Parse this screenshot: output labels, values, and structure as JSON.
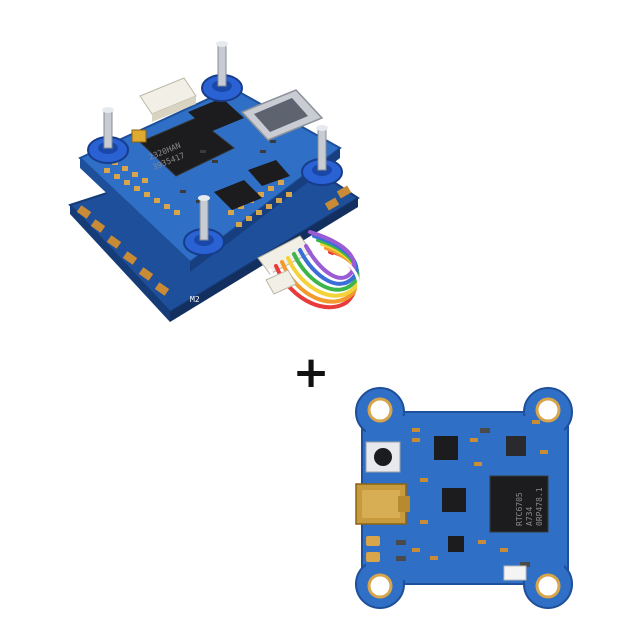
{
  "products": {
    "stack": {
      "esc_silkscreen": "M2",
      "chip_marking_line1": "2320HAN",
      "chip_marking_line2": "3935417"
    },
    "separator": "+",
    "vtx": {
      "chip_marking_line1": "RTC6705",
      "chip_marking_line2": "A734",
      "chip_marking_line3": "0RP478.1"
    }
  },
  "colors": {
    "background": "#ffffff",
    "pcb_blue": "#2f6fc6",
    "pcb_dark_blue": "#1e4f9a",
    "gold_pad": "#d9a54a",
    "chip_black": "#1c1c1f",
    "wire_colors": [
      "#e83b3b",
      "#f39a2e",
      "#f3d23a",
      "#3cb54a",
      "#3a6fd8",
      "#9b5bd4",
      "#ffffff"
    ]
  }
}
